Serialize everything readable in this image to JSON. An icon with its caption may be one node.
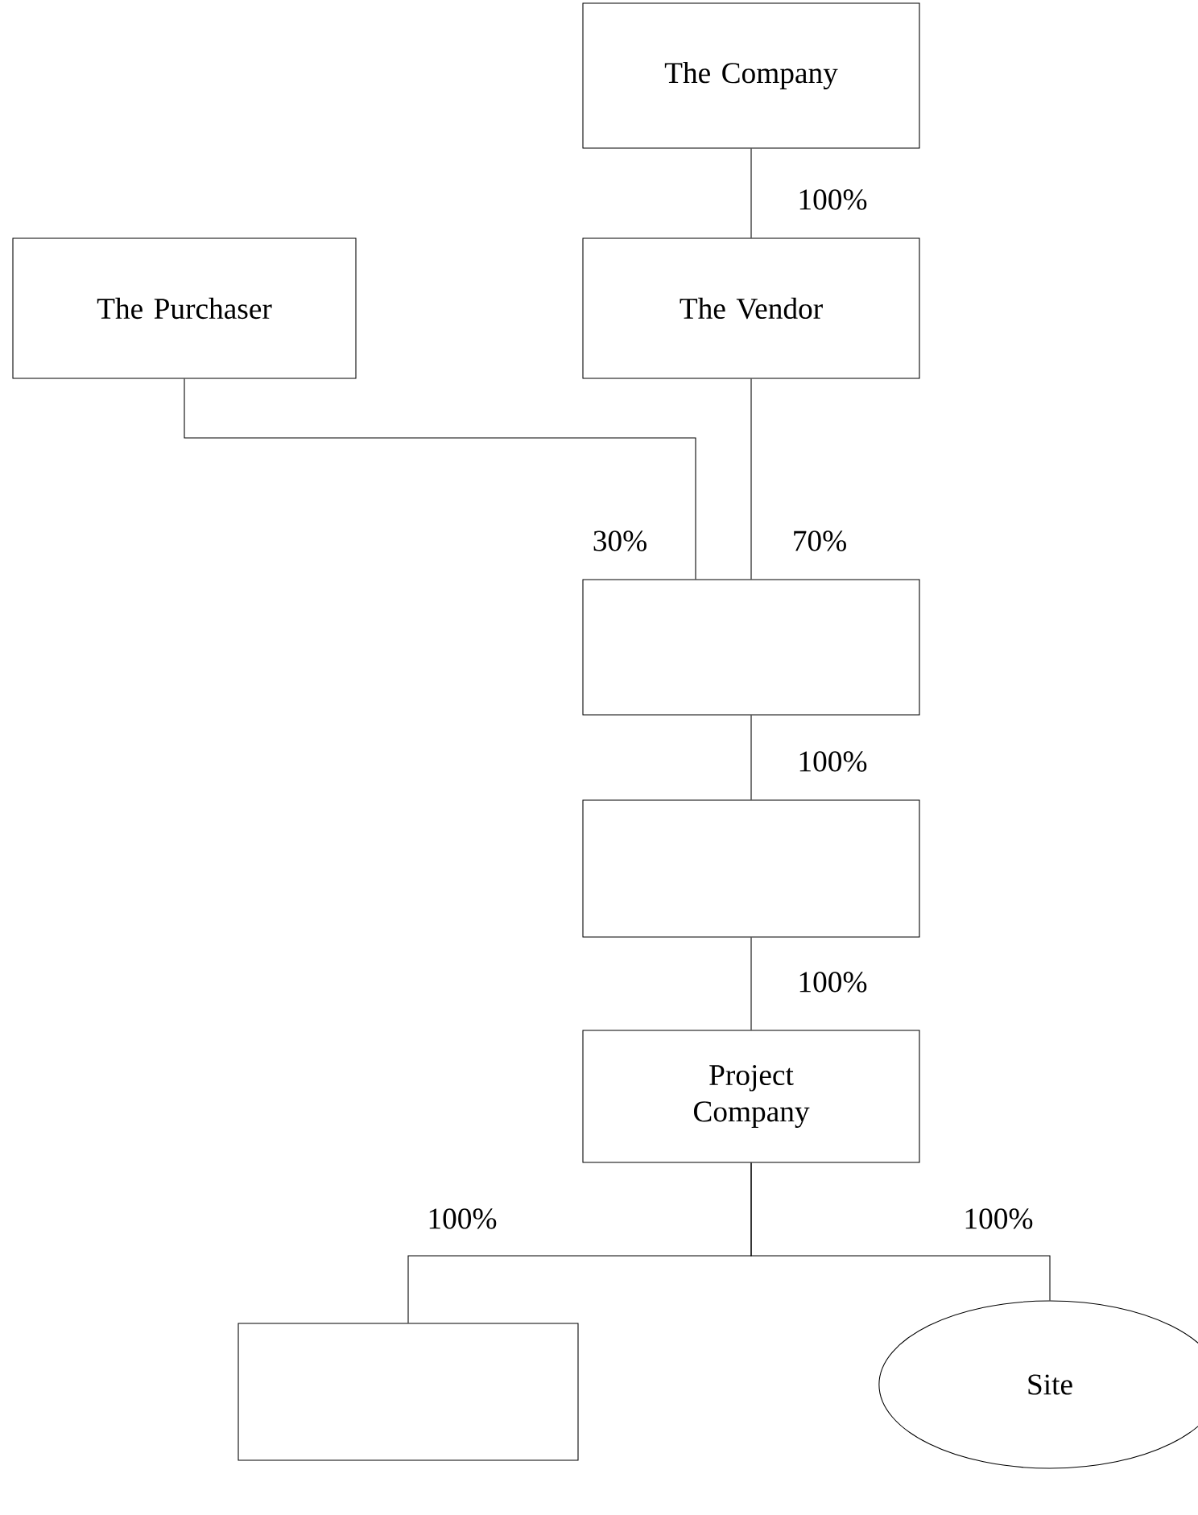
{
  "diagram": {
    "nodes": [
      {
        "text": [
          "The Company"
        ]
      },
      {
        "text": [
          "The Purchaser"
        ]
      },
      {
        "text": [
          "The Vendor"
        ]
      },
      {
        "text": [],
        "shape": "box"
      },
      {
        "text": [],
        "shape": "box"
      },
      {
        "text": [
          "Project Company"
        ]
      },
      {
        "text": [],
        "shape": "box"
      },
      {
        "text": [
          "Site"
        ]
      }
    ],
    "edges": [
      {
        "from": 0,
        "to": 2,
        "arrow": "none",
        "label": "100%"
      },
      {
        "from": 1,
        "to": 3,
        "arrow": "none",
        "label": "30%"
      },
      {
        "from": 2,
        "to": 3,
        "arrow": "none",
        "label": "70%"
      },
      {
        "from": 3,
        "to": 4,
        "arrow": "none",
        "label": "100%"
      },
      {
        "from": 4,
        "to": 5,
        "arrow": "none",
        "label": "100%"
      },
      {
        "from": 5,
        "to": 6,
        "arrow": "none",
        "label": "100%"
      },
      {
        "from": 5,
        "to": 7,
        "arrow": "none",
        "label": "100%"
      }
    ]
  }
}
